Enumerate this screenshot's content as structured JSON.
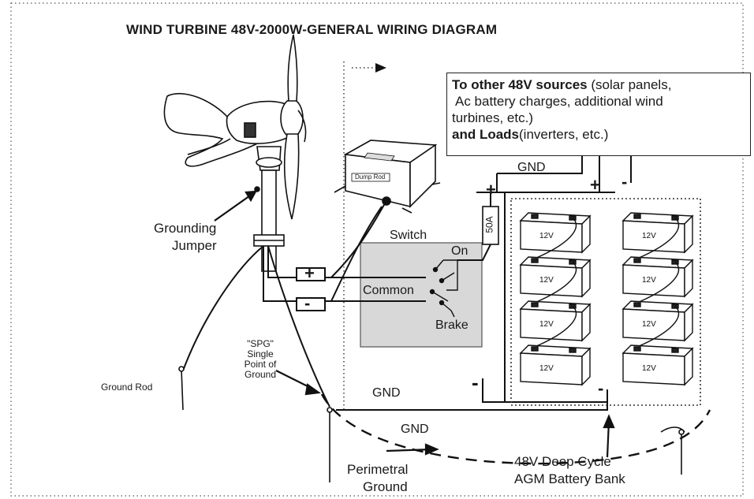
{
  "title": "WIND TURBINE 48V-2000W-GENERAL WIRING DIAGRAM",
  "sources_box": {
    "heading_bold": "To other 48V sources",
    "heading_rest": " (solar panels,",
    "line2": "Ac battery charges, additional wind",
    "line3": "turbines, etc.)",
    "loads_bold": "and Loads",
    "loads_rest": "(inverters, etc.)"
  },
  "labels": {
    "grounding_jumper_1": "Grounding",
    "grounding_jumper_2": "Jumper",
    "switch": "Switch",
    "on": "On",
    "common": "Common",
    "brake": "Brake",
    "ground_rod": "Ground Rod",
    "spg_1": "\"SPG\"",
    "spg_2": "Single",
    "spg_3": "Point of",
    "spg_4": "Ground",
    "gnd_top": "GND",
    "gnd_mid": "GND",
    "gnd_bottom": "GND",
    "perimetral_1": "Perimetral",
    "perimetral_2": "Ground",
    "battery_bank_1": "48V Deep Cycle",
    "battery_bank_2": "AGM Battery Bank",
    "fuse": "50A",
    "dump_load": "Dump Rod",
    "battery": "12V",
    "plus": "+",
    "minus": "-"
  }
}
